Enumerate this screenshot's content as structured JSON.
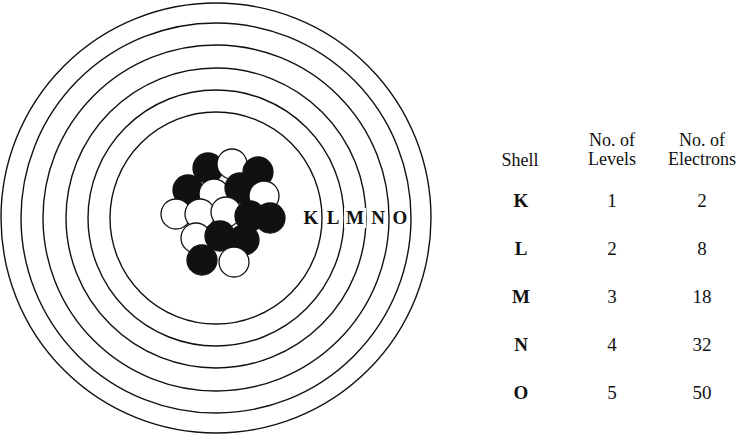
{
  "diagram": {
    "labels": [
      "K",
      "L",
      "M",
      "N",
      "O",
      "Shell",
      "No. of Levels",
      "No. of Electrons",
      "K",
      "1",
      "2",
      "L",
      "2",
      "8",
      "M",
      "3",
      "18",
      "N",
      "4",
      "32",
      "O",
      "5",
      "50"
    ]
  }
}
